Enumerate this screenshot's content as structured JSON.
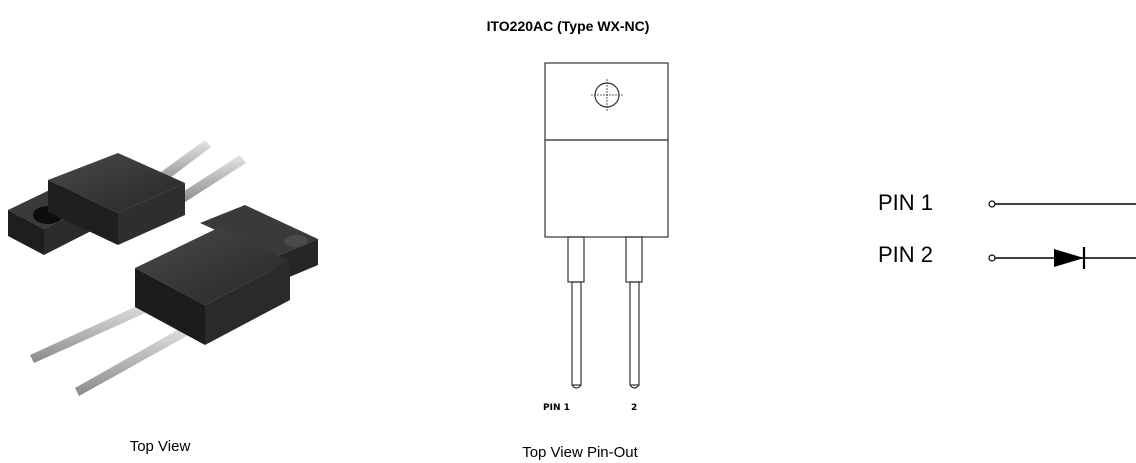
{
  "header": {
    "title": "ITO220AC (Type WX-NC)"
  },
  "photo": {
    "caption": "Top View"
  },
  "pinout": {
    "caption": "Top View Pin-Out",
    "pin1_label": "PIN 1",
    "pin2_label": "2"
  },
  "schematic": {
    "pin1_label": "PIN 1",
    "pin2_label": "PIN 2"
  }
}
